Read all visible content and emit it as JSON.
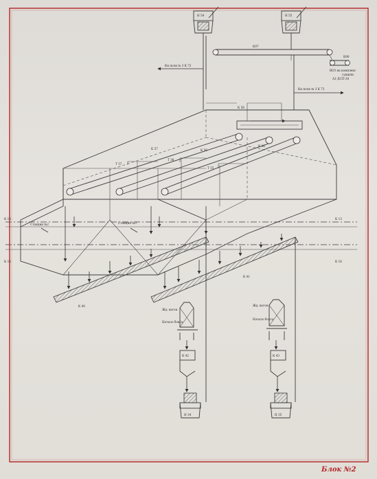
{
  "labels": {
    "hopper_left": "Н 54",
    "hopper_right": "Н 55",
    "conv_k97": "К97",
    "conv_k90": "К90",
    "to_bunker": "Кн полк № 3 К 72",
    "to_mill": "Кн полк № 3 К 73",
    "to_complex_1": "ВОЗ на комплекс",
    "to_complex_2": "сушили",
    "to_complex_3": "А1-ДСП-30",
    "k58": "К 58",
    "k57": "К 57",
    "k56": "К 56",
    "k36": "К 36",
    "t57": "Т 57",
    "t36": "Т 36",
    "t55": "Т 55",
    "rail_k13_left": "К 13",
    "rail_k13_right": "К 13",
    "rail_k16_left": "К 16",
    "rail_k16_right": "К 16",
    "station2": "Станция №2",
    "station3": "Станция №3",
    "k40_left": "К 40",
    "k41_right": "К 41",
    "left_scale": "Жд. вагон",
    "left_unload": "Начало бокса",
    "right_scale": "Жд. вагон",
    "right_unload": "Начало бокса",
    "k42_left": "К 42",
    "k43_right": "К 43",
    "h34_left": "Н 34",
    "h35_right": "Н 35",
    "block_title": "Блок №2"
  },
  "colors": {
    "accent_border": "#b32424",
    "line": "#3a3a3a",
    "paper": "#e2dfda"
  }
}
